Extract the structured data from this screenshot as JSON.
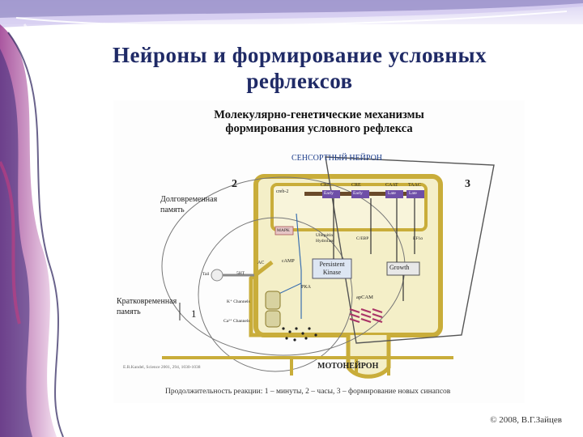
{
  "slide": {
    "title_line1": "Нейроны и формирование условных",
    "title_line2": "рефлексов",
    "copyright": "© 2008, В.Г.Зайцев"
  },
  "figure": {
    "heading_line1": "Молекулярно-генетические механизмы",
    "heading_line2": "формирования условного рефлекса",
    "sensory_neuron": "СЕНСОРТНЫЙ НЕЙРОН",
    "motor_neuron": "МОТОНЕЙРОН",
    "long_term_memory_1": "Долговременная",
    "long_term_memory_2": "память",
    "short_term_memory_1": "Кратковременная",
    "short_term_memory_2": "память",
    "num1": "1",
    "num2": "2",
    "num3": "3",
    "source": "E.R.Kandel, Science 2001, 294, 1030-1038",
    "caption": "Продолжительность реакции: 1 – минуты, 2 – часы, 3 – формирование новых синапсов",
    "labels": {
      "creb": "creb-2",
      "cre1": "CRE",
      "cre2": "CRE",
      "caat": "CAAT",
      "taac": "TAAC",
      "early1": "Early",
      "early2": "Early",
      "late1": "Late",
      "late2": "Late",
      "mapk": "MAPK",
      "cebp": "C/EBP",
      "ubiq1": "Ubiquitin",
      "ubiq2": "Hydrolase",
      "persistent1": "Persistent",
      "persistent2": "Kinase",
      "growth": "Growth",
      "camp": "cAMP",
      "ac": "AC",
      "pka": "PKA",
      "tail": "Tail",
      "fiveht": "5HT",
      "k_channels": "K⁺ Channels",
      "ca_channels": "Ca²⁺ Channels",
      "apcam": "apCAM",
      "ef1a": "EF1α"
    }
  }
}
